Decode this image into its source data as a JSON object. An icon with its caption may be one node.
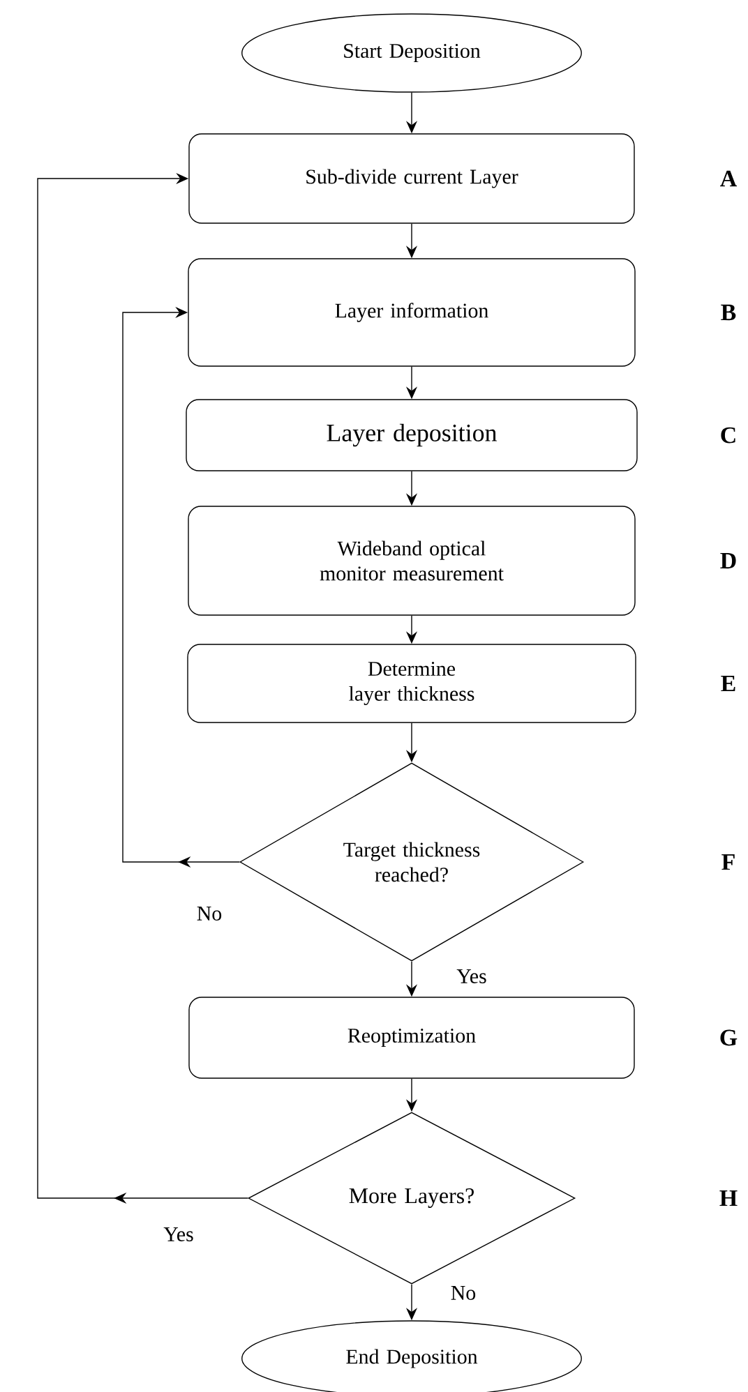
{
  "diagram": {
    "nodes": [
      {
        "text": [
          "Start Deposition"
        ]
      },
      {
        "text": [
          "Sub-divide current Layer"
        ]
      },
      {
        "text": [
          "Layer information"
        ]
      },
      {
        "text": [
          "Layer deposition"
        ]
      },
      {
        "text": [
          "Wideband optical monitor measurement"
        ]
      },
      {
        "text": [
          "Determine layer thickness"
        ]
      },
      {
        "text": [
          "Target thickness reached?"
        ]
      },
      {
        "text": [
          "Reoptimization"
        ]
      },
      {
        "text": [
          "More Layers?"
        ]
      },
      {
        "text": [
          "End Deposition"
        ]
      }
    ],
    "edges": [
      {
        "from": 0,
        "to": 1,
        "arrow": "to"
      },
      {
        "from": 1,
        "to": 2,
        "arrow": "to"
      },
      {
        "from": 2,
        "to": 3,
        "arrow": "to"
      },
      {
        "from": 3,
        "to": 4,
        "arrow": "to"
      },
      {
        "from": 4,
        "to": 5,
        "arrow": "to"
      },
      {
        "from": 5,
        "to": 6,
        "arrow": "to"
      },
      {
        "from": 6,
        "to": 2,
        "arrow": "to",
        "label": "No"
      },
      {
        "from": 6,
        "to": 7,
        "arrow": "to",
        "label": "Yes"
      },
      {
        "from": 7,
        "to": 8,
        "arrow": "to"
      },
      {
        "from": 8,
        "to": 1,
        "arrow": "to",
        "label": "Yes"
      },
      {
        "from": 8,
        "to": 9,
        "arrow": "to",
        "label": "No"
      }
    ],
    "labels": [
      "A",
      "B",
      "C",
      "D",
      "E",
      "F",
      "G",
      "H"
    ]
  }
}
